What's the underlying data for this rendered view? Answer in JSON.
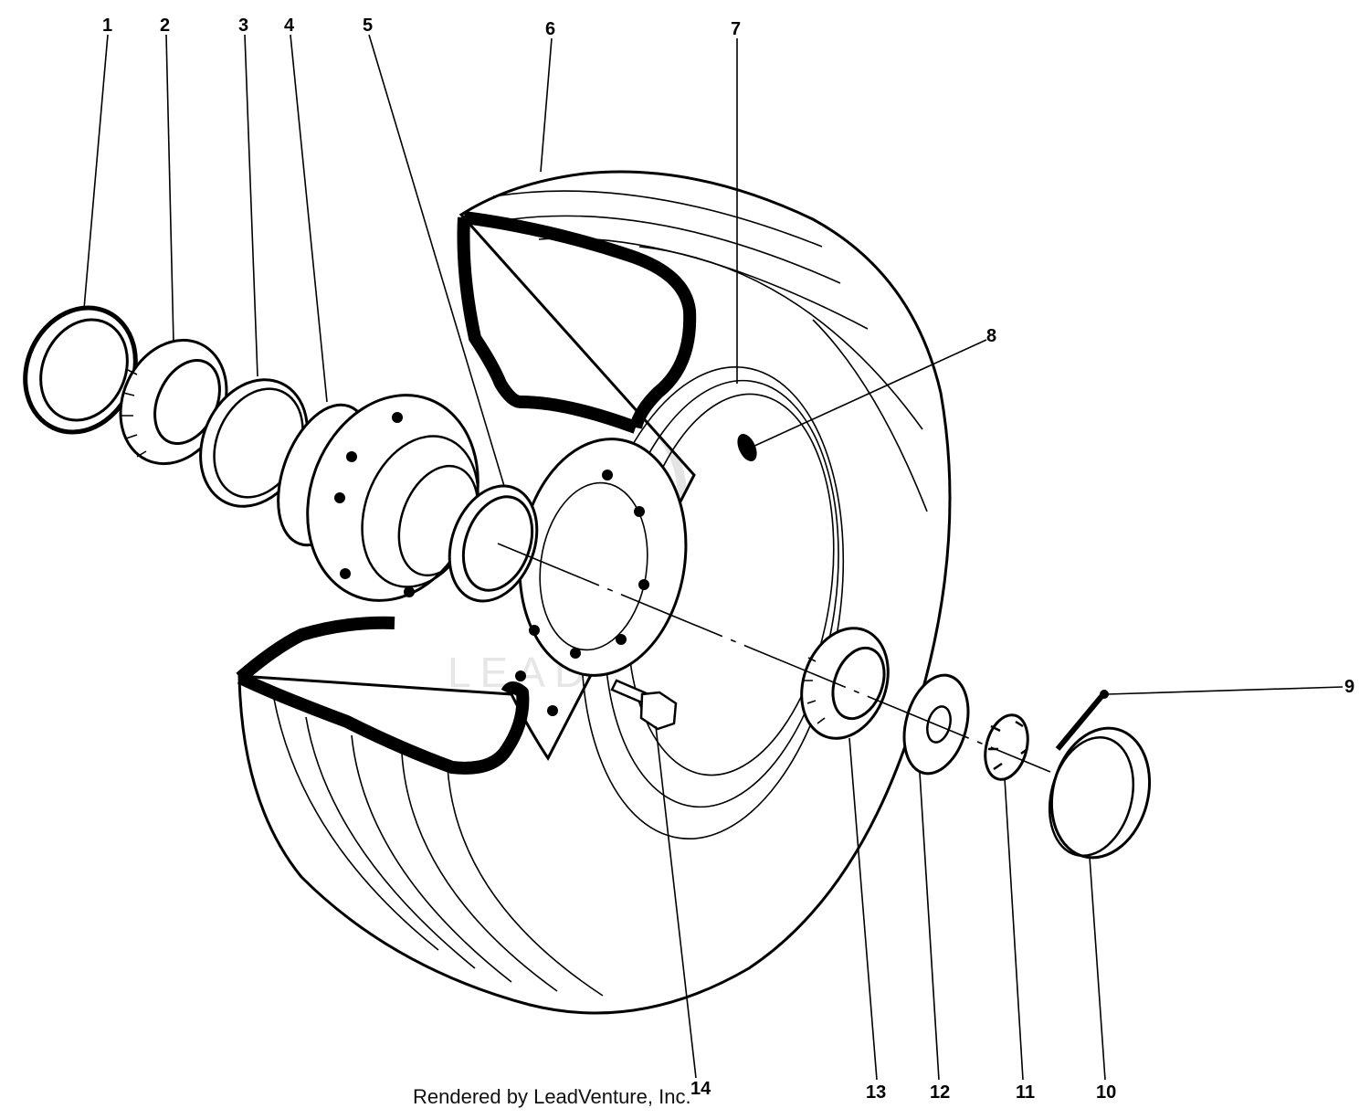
{
  "footer": {
    "text": "Rendered by LeadVenture, Inc."
  },
  "watermark": {
    "text": "LEADVENTURE"
  },
  "callouts": [
    "1",
    "2",
    "3",
    "4",
    "5",
    "6",
    "7",
    "8",
    "9",
    "10",
    "11",
    "12",
    "13",
    "14"
  ]
}
